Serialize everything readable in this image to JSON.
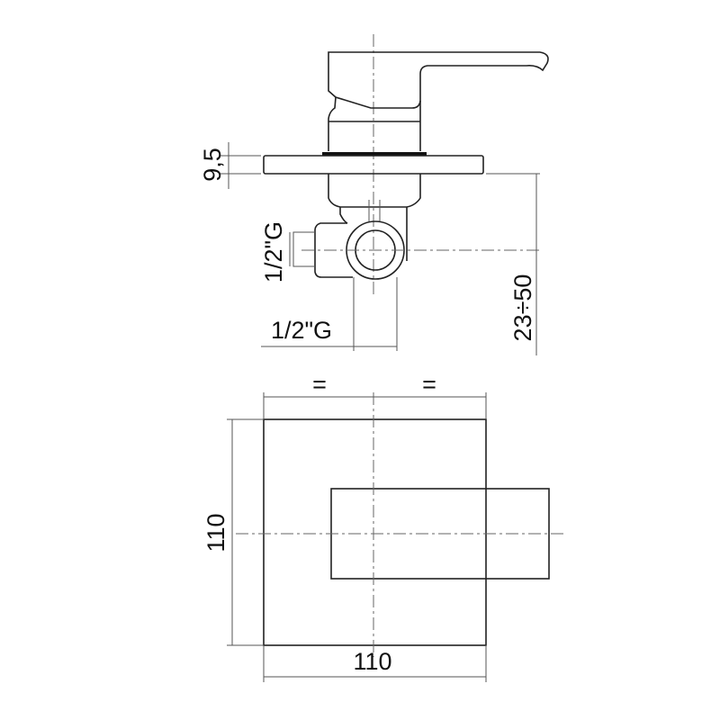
{
  "drawing": {
    "side_view": {
      "plate_thickness_label": "9,5",
      "side_inlet_label": "1/2\"G",
      "bottom_inlet_label": "1/2\"G",
      "depth_range_label": "23÷50"
    },
    "front_view": {
      "equal_left_label": "=",
      "equal_right_label": "=",
      "height_label": "110",
      "width_label": "110"
    },
    "colors": {
      "line": "#222222",
      "background": "#ffffff"
    }
  }
}
